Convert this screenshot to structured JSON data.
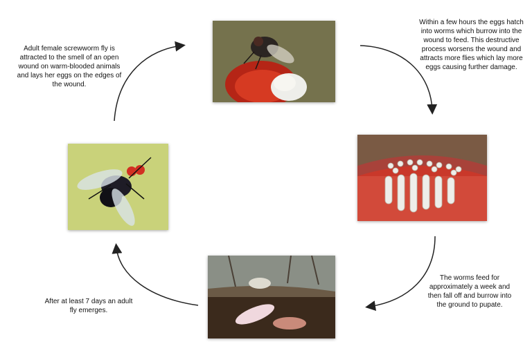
{
  "captions": {
    "adult_female": "Adult female screwworm fly is attracted to the smell of an open wound on warm-blooded animals and lays her eggs on the edges of the wound.",
    "eggs_hatch": "Within a few hours the eggs hatch into worms which burrow into the wound to feed. This destructive process worsens the wound and attracts more flies which lay more eggs causing further damage.",
    "worms_feed": "The worms feed for approximately a week and then fall off and burrow into the ground to pupate.",
    "adult_emerges": "After at least 7 days an adult fly emerges."
  },
  "colors": {
    "arrow": "#222222",
    "wound_red": "#c8301f",
    "eggs_white": "#eeeeea",
    "fly_bg": "#c9d27a",
    "soil": "#3b2a1c"
  },
  "images": {
    "fly_on_wound": "fly laying eggs on wound",
    "larvae_in_wound": "larvae burrowing in wound",
    "pupae_in_soil": "larvae and pupa in soil",
    "adult_fly": "adult screwworm fly"
  }
}
